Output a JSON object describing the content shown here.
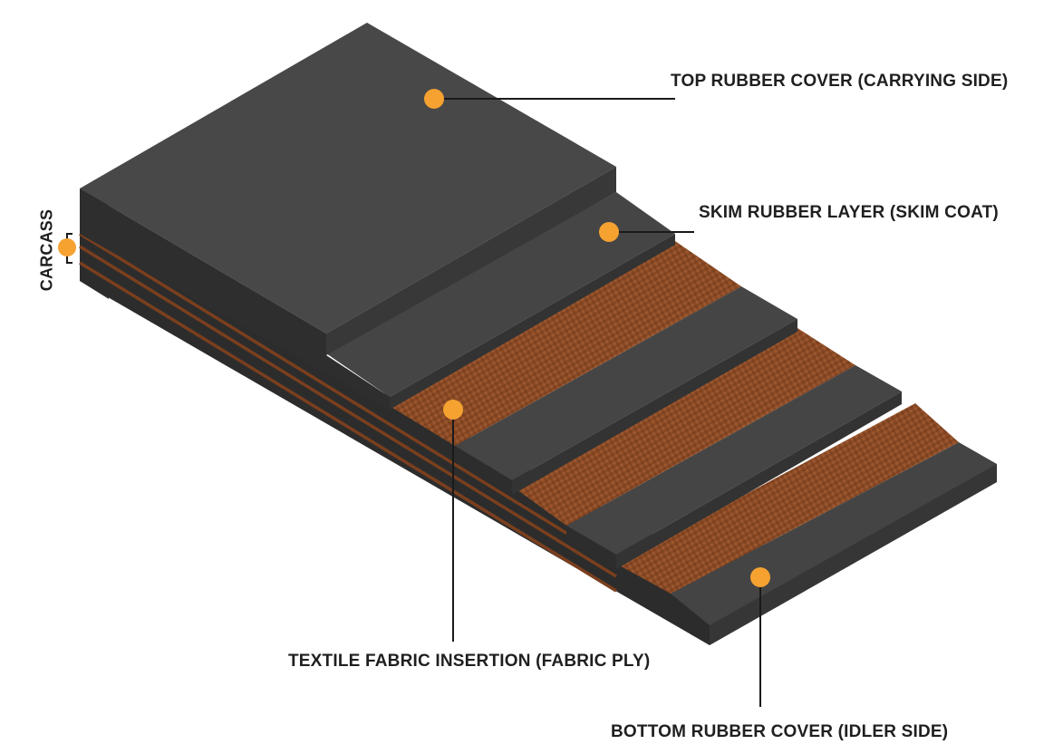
{
  "labels": {
    "top_cover": "TOP RUBBER COVER (CARRYING SIDE)",
    "skim_layer": "SKIM RUBBER LAYER (SKIM COAT)",
    "fabric_ply": "TEXTILE FABRIC INSERTION (FABRIC PLY)",
    "bottom_cover": "BOTTOM RUBBER COVER (IDLER SIDE)",
    "carcass": "CARCASS"
  },
  "colors": {
    "marker": "#F5A231",
    "leader_line": "#1a1a1a",
    "rubber_top": "#464646",
    "rubber_front": "#2b2b2b",
    "rubber_side": "#343434",
    "fabric": "#8a4a24",
    "fabric_stripe": "#9b5730"
  }
}
